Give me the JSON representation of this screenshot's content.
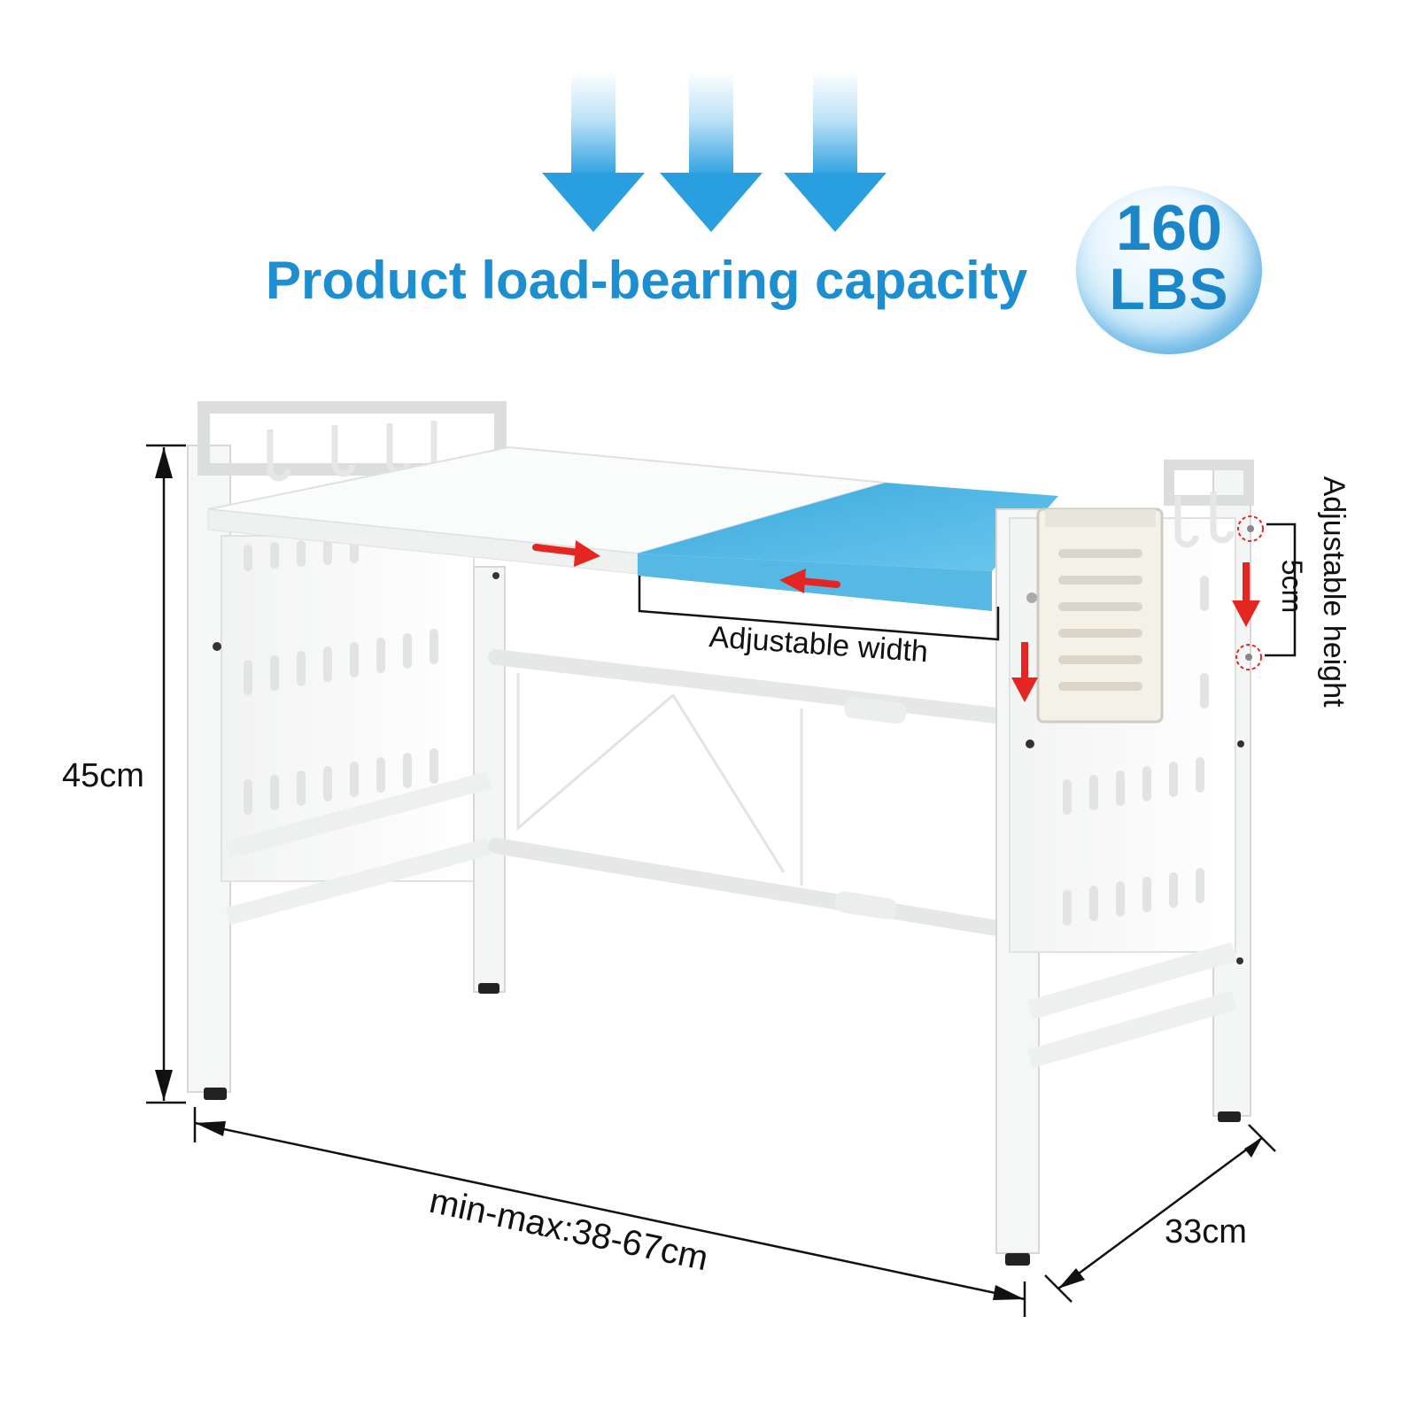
{
  "headline": "Product load-bearing capacity",
  "badge": {
    "value": "160",
    "unit": "LBS"
  },
  "labels": {
    "adjustable_width": "Adjustable width",
    "adjustable_height": "Adjustable height",
    "step": "5cm",
    "height": "45cm",
    "width_range": "min-max:38-67cm",
    "depth": "33cm"
  },
  "colors": {
    "accent_blue": "#1d8fd0",
    "shelf_blue": "#4db8e6",
    "arrow_red": "#e52521",
    "rack_white": "#f7f8f8"
  },
  "icons": [
    "down-arrow-icon",
    "red-arrow-icon",
    "dimension-arrow-icon"
  ]
}
